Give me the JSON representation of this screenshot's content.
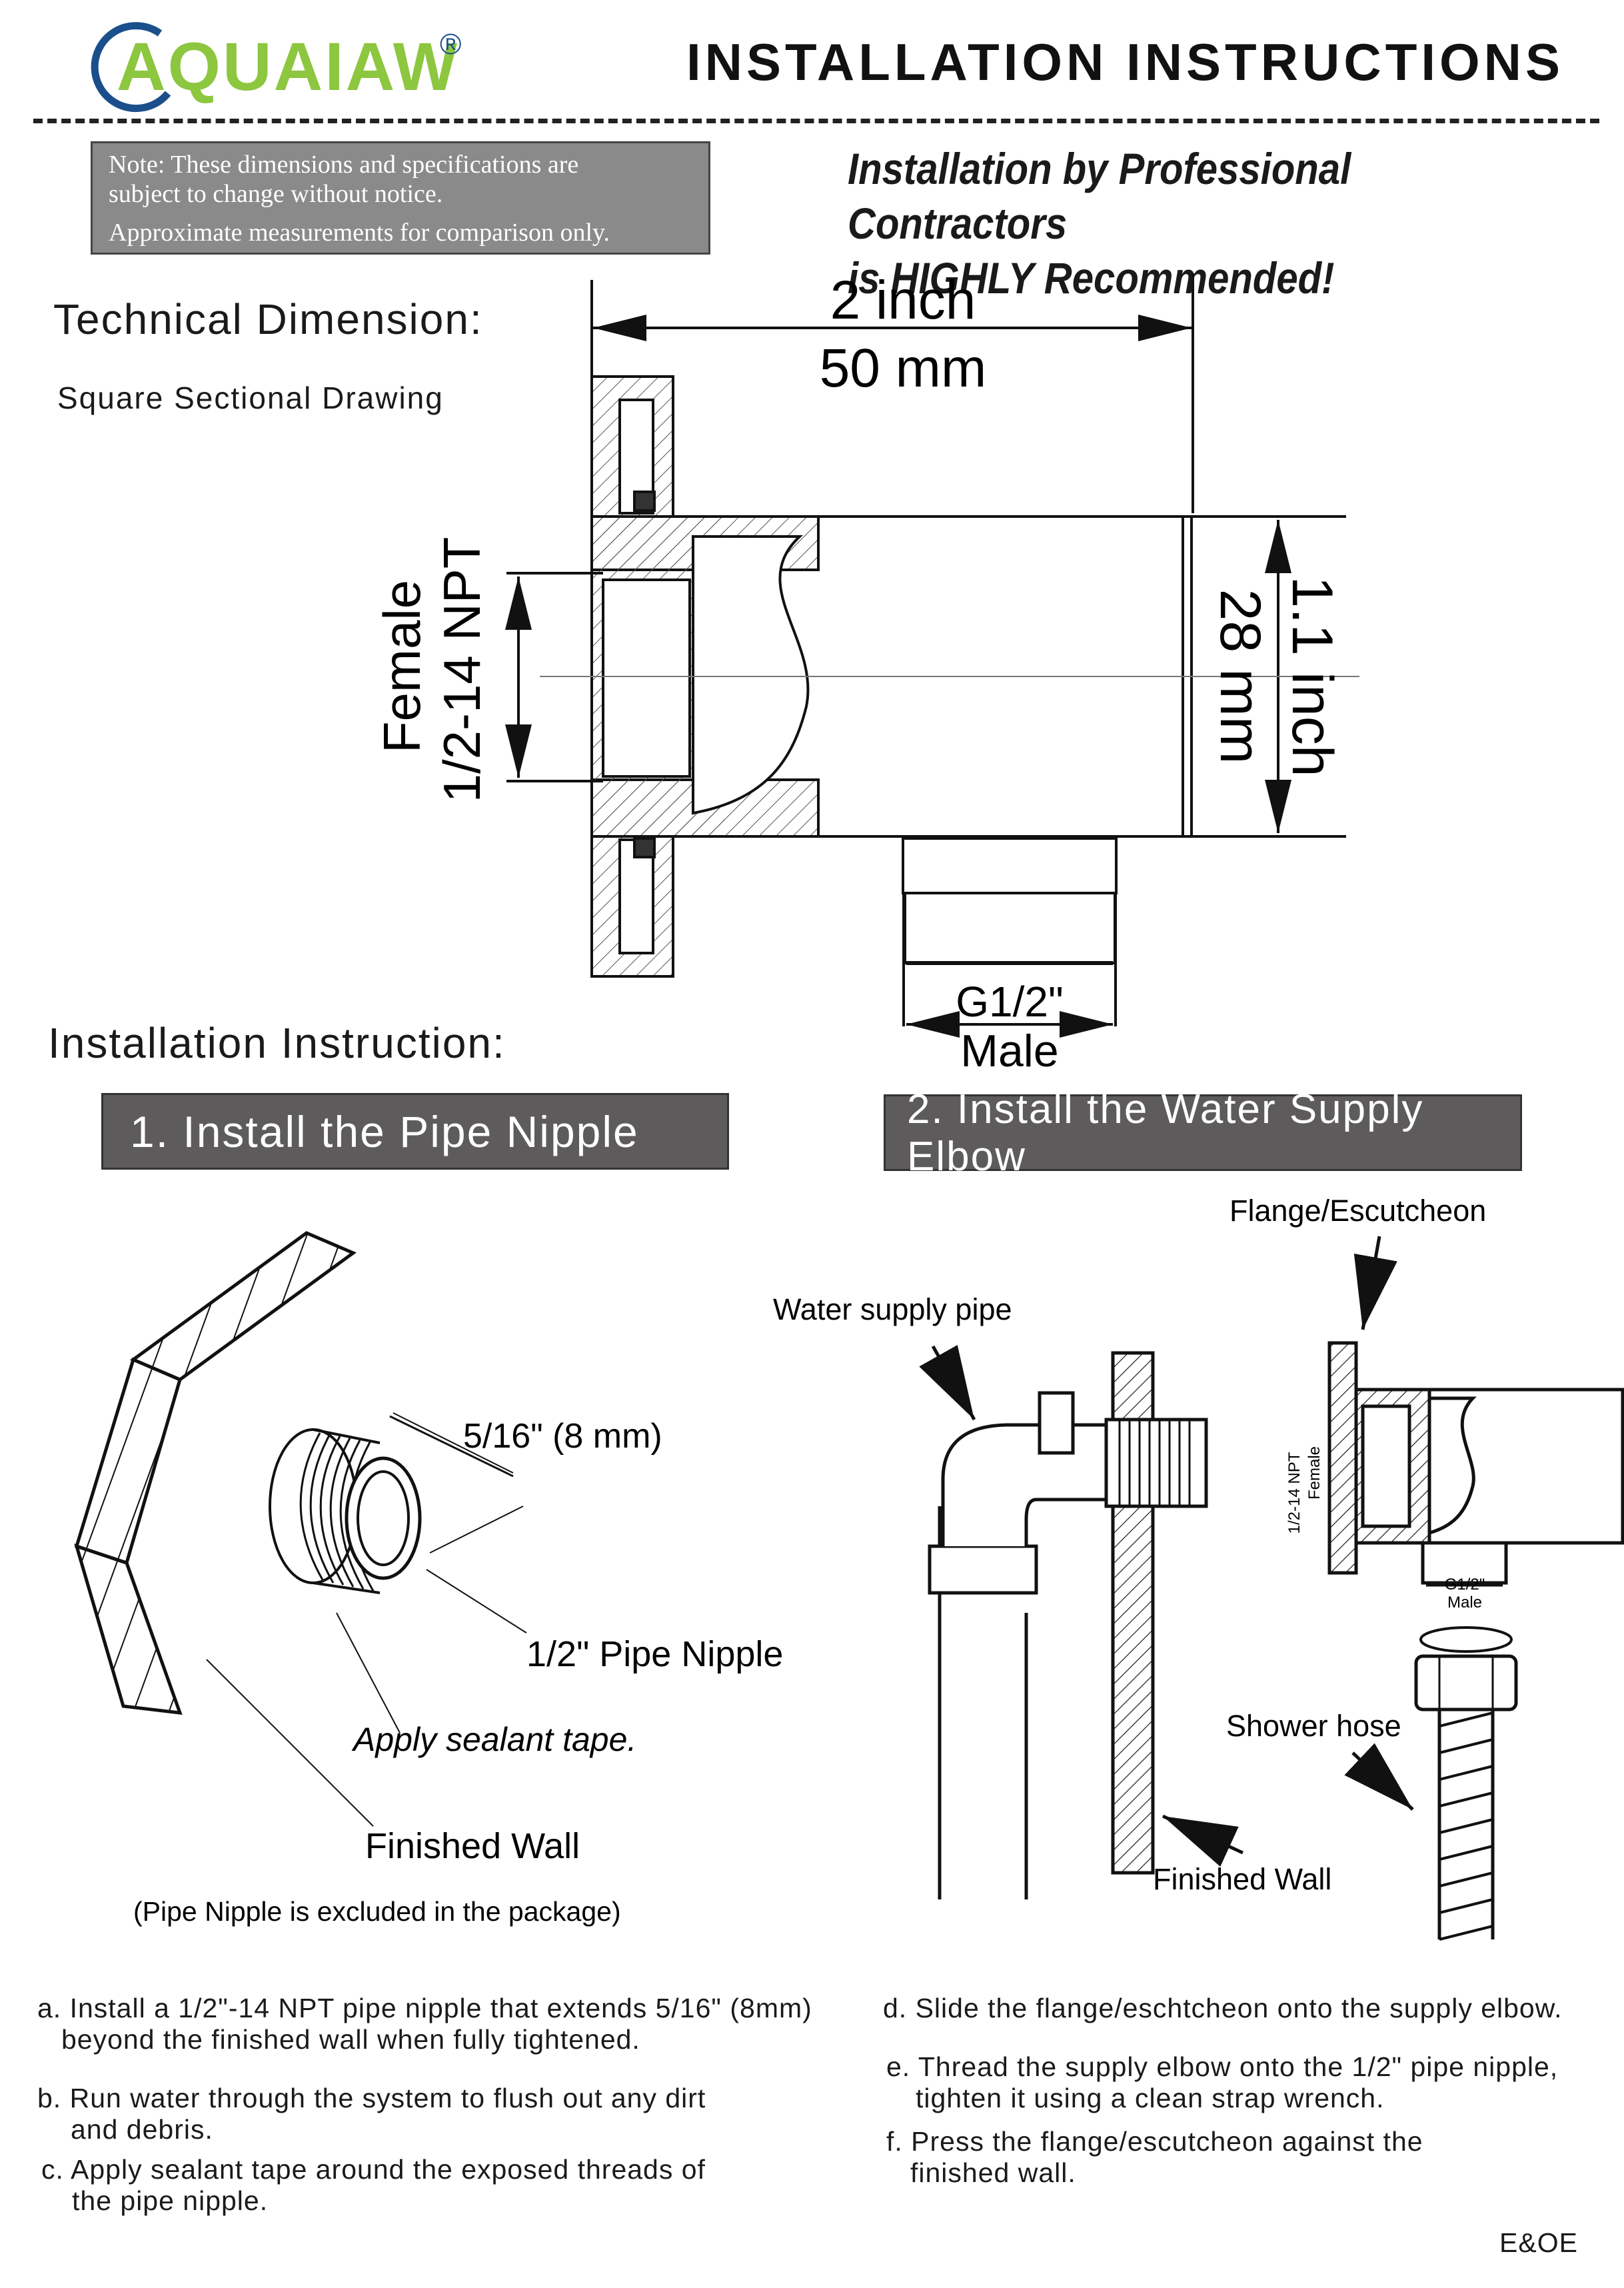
{
  "brand": {
    "logo_text": "AQUAIAW",
    "logo_mark": "®",
    "color": "#8dc63f",
    "ring_color": "#1a4f8b"
  },
  "header": {
    "title": "INSTALLATION INSTRUCTIONS"
  },
  "note": {
    "line1": "Note: These dimensions and specifications are",
    "line2": "subject to change without notice.",
    "line3": "Approximate measurements for comparison only."
  },
  "recommendation": {
    "line1": "Installation by Professional Contractors",
    "line2": "is HIGHLY Recommended!"
  },
  "technical": {
    "heading": "Technical Dimension:",
    "subheading": "Square  Sectional Drawing",
    "width_in": "2 inch",
    "width_mm": "50 mm",
    "height_in": "1.1 inch",
    "height_mm": "28 mm",
    "female_label": "Female",
    "female_spec": "1/2-14 NPT",
    "male_spec": "G1/2\"",
    "male_label": "Male"
  },
  "installation": {
    "heading": "Installation Instruction:",
    "step1_title": "1. Install the Pipe Nipple",
    "step2_title": "2. Install the Water Supply Elbow"
  },
  "figure1": {
    "extend": "5/16\" (8 mm)",
    "nipple": "1/2\" Pipe Nipple",
    "tape": "Apply sealant tape.",
    "wall": "Finished Wall",
    "excluded": "(Pipe Nipple is excluded in the package)"
  },
  "figure2": {
    "flange": "Flange/Escutcheon",
    "supply_pipe": "Water supply pipe",
    "small_female_spec": "1/2-14 NPT",
    "small_female": "Female",
    "small_male_spec": "G1/2\"",
    "small_male": "Male",
    "hose": "Shower hose",
    "wall": "Finished Wall"
  },
  "steps": {
    "a1": "a. Install a 1/2\"-14 NPT pipe nipple that extends 5/16\" (8mm)",
    "a2": "beyond the finished wall when fully tightened.",
    "b1": "b. Run water through the system to flush out any dirt",
    "b2": "and debris.",
    "c1": "c. Apply sealant tape around the exposed threads of",
    "c2": "the pipe nipple.",
    "d1": "d. Slide the flange/eschtcheon onto the supply elbow.",
    "e1": "e. Thread the supply elbow onto the 1/2\" pipe nipple,",
    "e2": "tighten it using a clean strap wrench.",
    "f1": "f. Press the flange/escutcheon against the",
    "f2": "finished wall."
  },
  "footer": {
    "eoe": "E&OE"
  }
}
